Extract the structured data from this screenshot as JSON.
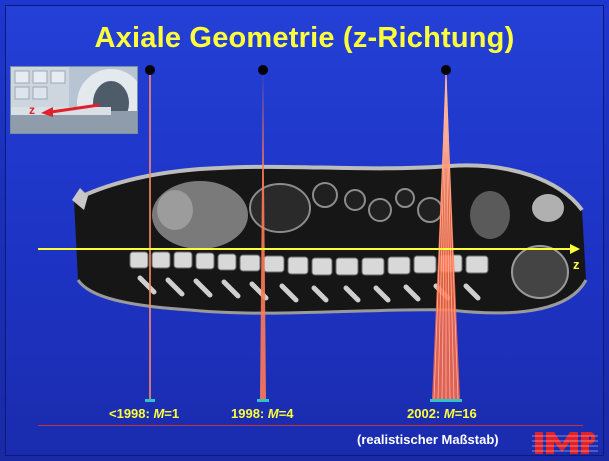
{
  "slide": {
    "title": "Axiale Geometrie (z-Richtung)",
    "axis_label": "z",
    "inset_axis_label": "z",
    "note": "(realistischer Maßstab)",
    "logo_text": "IMP"
  },
  "detectors": [
    {
      "prefix": "<1998: ",
      "m": "M",
      "suffix": "=1"
    },
    {
      "prefix": "1998: ",
      "m": "M",
      "suffix": "=4"
    },
    {
      "prefix": "2002: ",
      "m": "M",
      "suffix": "=16"
    }
  ],
  "colors": {
    "background": "#1e36cf",
    "title": "#ffff3a",
    "axis": "#ffff3a",
    "beam": "#ff7a55",
    "detector": "#2fc4c8",
    "accent_red": "#e0202a"
  }
}
